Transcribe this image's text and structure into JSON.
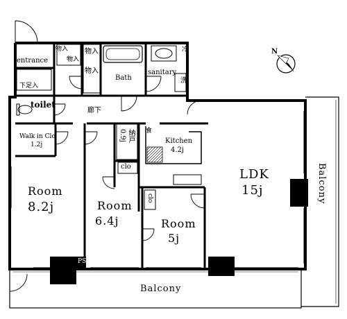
{
  "rooms": {
    "entrance": "entrance",
    "bath": "Bath",
    "sanitary": "sanitary",
    "toilet": "toilet",
    "hallway": "廊下",
    "walk_in_closet": "Walk in Clo",
    "walk_in_closet_area": "1.2j",
    "storage": "納戸",
    "storage_area": "0.9j",
    "kitchen": "Kitchen",
    "kitchen_area": "4.2j",
    "room1": "Room",
    "room1_area": "8.2j",
    "room2": "Room",
    "room2_area": "6.4j",
    "room3": "Room",
    "room3_area": "5j",
    "ldk": "LDK",
    "ldk_area": "15j",
    "balcony_bottom": "Balcony",
    "balcony_right": "Balcony"
  },
  "fixtures": {
    "closet_top_a": "物入",
    "closet_top_b": "物入",
    "closet_mid": "物入",
    "closet_small": "物入",
    "shoe_closet": "下足入",
    "laundry": "洗",
    "fridge": "冷",
    "cupboard": "食",
    "clo_a": "clo",
    "clo_b": "clo",
    "ps": "PS"
  },
  "compass": {
    "label": "N"
  }
}
